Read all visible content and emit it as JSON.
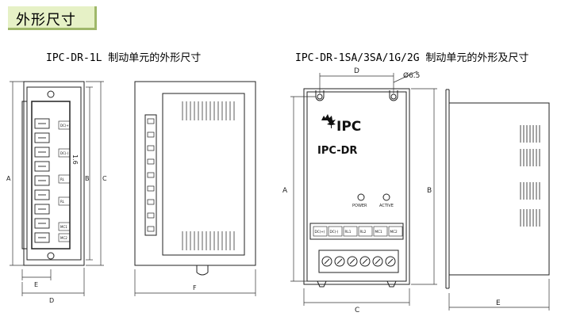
{
  "section_title": "外形尺寸",
  "left_caption": "IPC-DR-1L 制动单元的外形尺寸",
  "right_caption": "IPC-DR-1SA/3SA/1G/2G 制动单元的外形及尺寸",
  "dims": {
    "A": "A",
    "B": "B",
    "C": "C",
    "D": "D",
    "E": "E",
    "F": "F",
    "hole": "Ø6.5",
    "side_small": "1.6"
  },
  "device": {
    "logo": "IPC",
    "model": "IPC-DR",
    "power_label": "POWER",
    "active_label": "ACTIVE"
  },
  "left_terminals": [
    "DC(+)",
    "DC(-)",
    "RL",
    "RL",
    "MC1",
    "MC2"
  ],
  "right_terminals": [
    "DC(+)",
    "DC(-)",
    "RL1",
    "RL2",
    "MC1",
    "MC2"
  ]
}
